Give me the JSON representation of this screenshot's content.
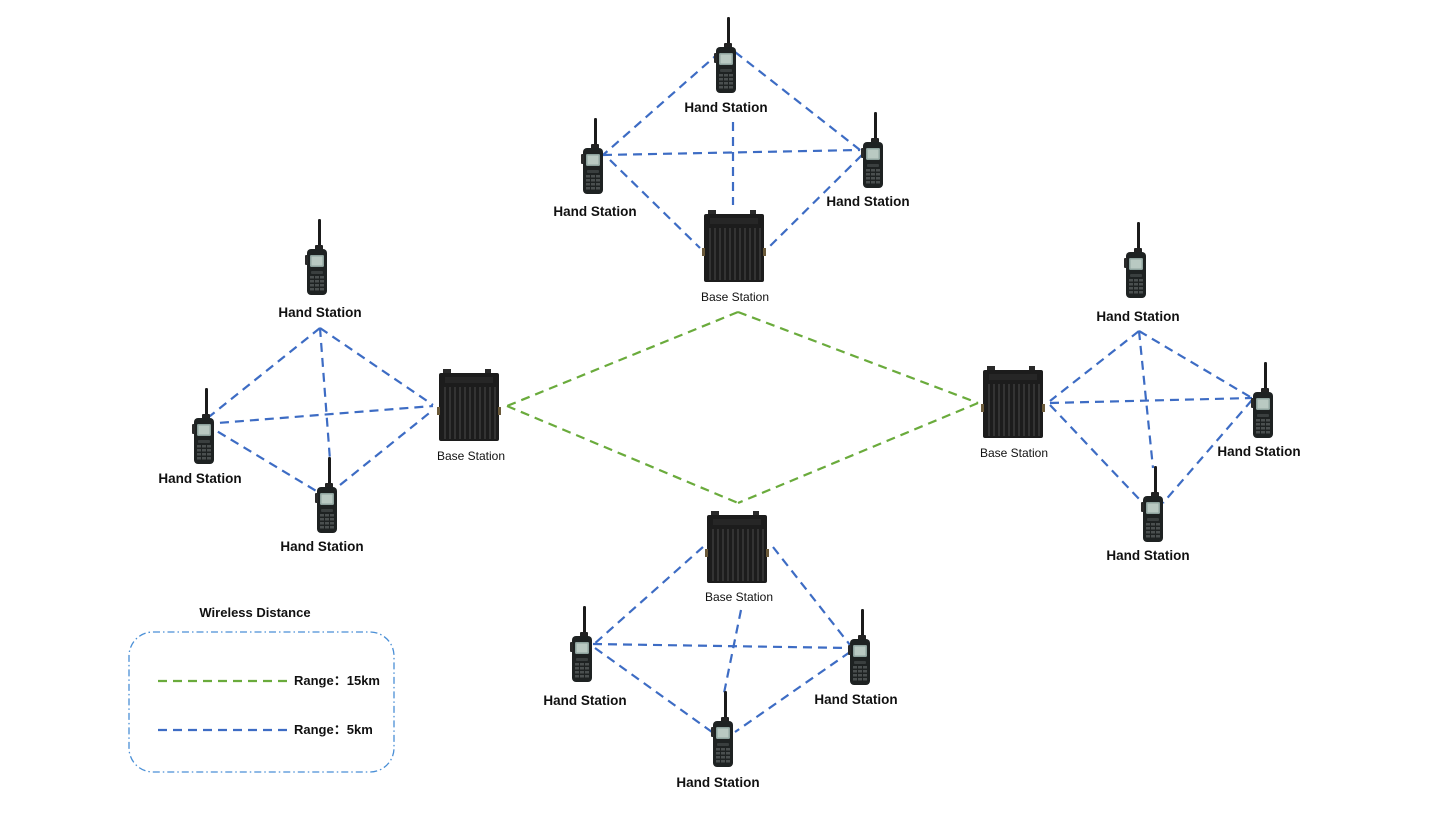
{
  "labels": {
    "hand_station": "Hand Station",
    "base_station": "Base Station"
  },
  "legend": {
    "title": "Wireless Distance",
    "items": [
      {
        "label": "Range：15km",
        "color": "#6aab3c"
      },
      {
        "label": "Range：5km",
        "color": "#3d6cc4"
      }
    ]
  },
  "colors": {
    "long_range": "#6aab3c",
    "short_range": "#3d6cc4",
    "legend_border": "#4a8fd6"
  },
  "icons": {
    "hand_station": "walkie-talkie-icon",
    "base_station": "base-station-icon"
  }
}
